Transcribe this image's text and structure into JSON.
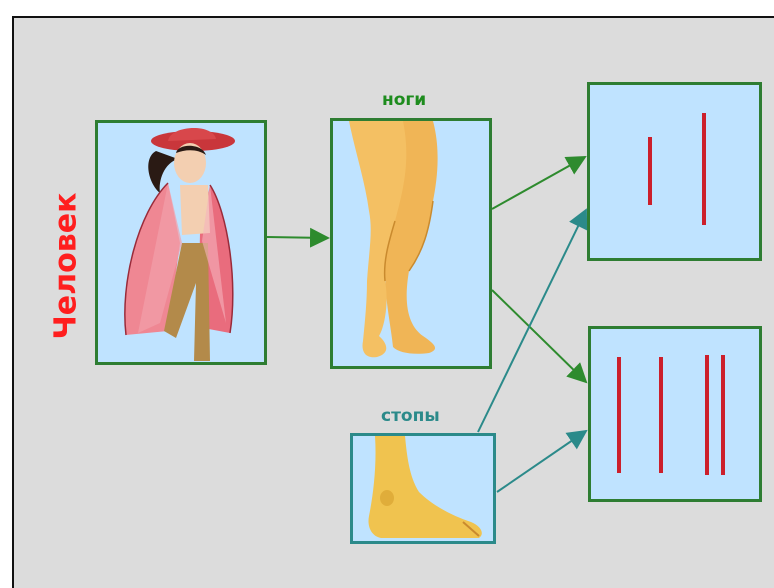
{
  "side_label": "Человек",
  "legs_caption": "ноги",
  "feet_caption": "стопы",
  "colors": {
    "side_label": "#ff1e1e",
    "legs_caption": "#1e8c1e",
    "feet_caption": "#2b8a8a",
    "panel_fill": "#bfe3ff",
    "green_border": "#2e7d32",
    "teal_border": "#2b8a8a",
    "stick_marks": "#cc1f2b",
    "background": "#dcdcdc"
  },
  "mark_counts": {
    "upper_result": 2,
    "lower_result": 4
  },
  "icons": {
    "person": "person-in-red-coat-icon",
    "legs": "human-legs-icon",
    "foot": "human-foot-icon"
  }
}
